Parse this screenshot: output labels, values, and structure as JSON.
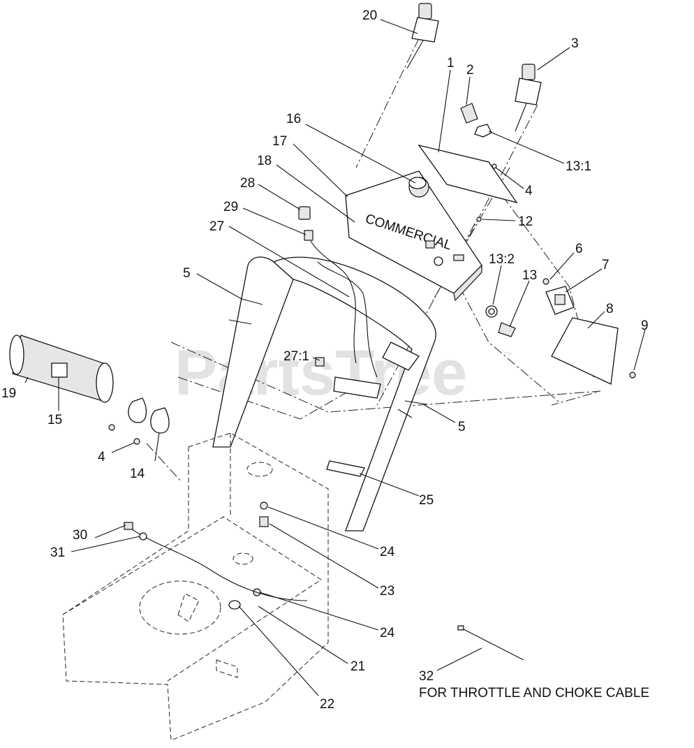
{
  "watermark": {
    "text": "PartsTree",
    "trademark": "™"
  },
  "note": "FOR THROTTLE AND CHOKE CABLE",
  "panel_text": "COMMERCIAL",
  "callouts": [
    "1",
    "2",
    "3",
    "4",
    "5",
    "6",
    "7",
    "8",
    "9",
    "12",
    "13",
    "13:1",
    "13:2",
    "14",
    "15",
    "16",
    "17",
    "18",
    "19",
    "20",
    "21",
    "22",
    "23",
    "24",
    "25",
    "27",
    "27:1",
    "28",
    "29",
    "30",
    "31",
    "32"
  ]
}
